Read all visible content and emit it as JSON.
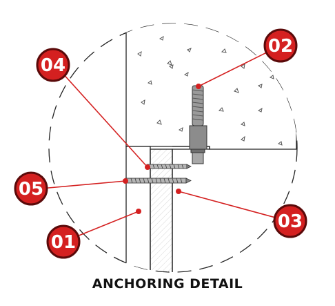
{
  "title": "ANCHORING DETAIL",
  "accent_color": "#d42020",
  "callouts": [
    {
      "label": "01"
    },
    {
      "label": "02"
    },
    {
      "label": "03"
    },
    {
      "label": "04"
    },
    {
      "label": "05"
    }
  ],
  "icons": [
    "threaded-anchor-bolt-icon",
    "screw-icon",
    "leader-dot-icon"
  ]
}
